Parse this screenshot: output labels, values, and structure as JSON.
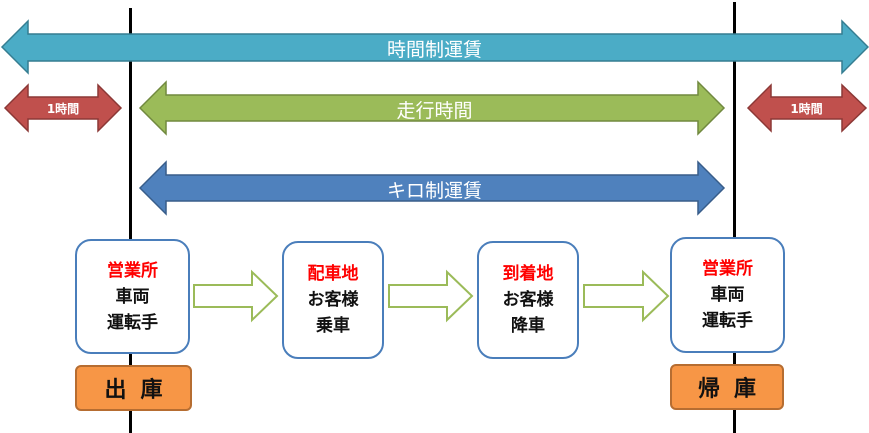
{
  "arrows": {
    "time_fare": {
      "label": "時間制運賃",
      "color": "#4bacc6",
      "border": "#357d91"
    },
    "extra_before": {
      "label": "1時間",
      "color": "#c0504d",
      "border": "#8c3836"
    },
    "extra_after": {
      "label": "1時間",
      "color": "#c0504d",
      "border": "#8c3836"
    },
    "driving_time": {
      "label": "走行時間",
      "color": "#9bbb59",
      "border": "#71893f"
    },
    "km_fare": {
      "label": "キロ制運賃",
      "color": "#4f81bd",
      "border": "#385d8a"
    }
  },
  "flow": [
    {
      "title": "営業所",
      "lines": [
        "車両",
        "運転手"
      ]
    },
    {
      "title": "配車地",
      "lines": [
        "お客様",
        "乗車"
      ]
    },
    {
      "title": "到着地",
      "lines": [
        "お客様",
        "降車"
      ]
    },
    {
      "title": "営業所",
      "lines": [
        "車両",
        "運転手"
      ]
    }
  ],
  "tags": {
    "depart": "出庫",
    "return": "帰庫"
  }
}
